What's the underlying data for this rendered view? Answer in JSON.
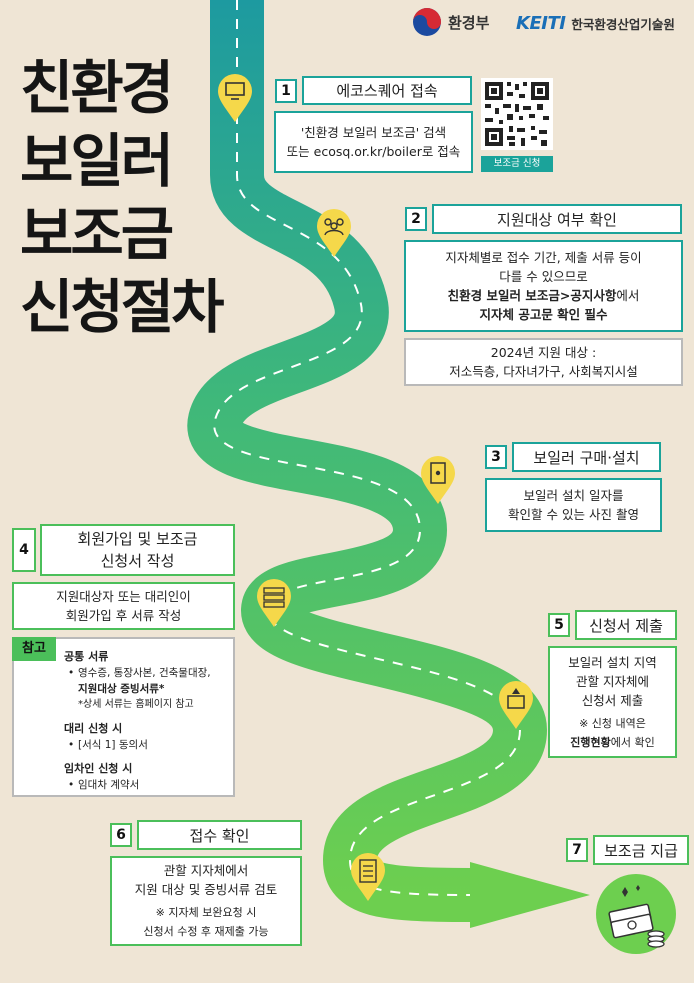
{
  "header": {
    "ministry": "환경부",
    "keiti_logo": "KEITI",
    "keiti_name": "한국환경산업기술원"
  },
  "title": [
    "친환경",
    "보일러",
    "보조금",
    "신청절차"
  ],
  "step1": {
    "num": "1",
    "title": "에코스퀘어 접속",
    "line1": "'친환경 보일러 보조금' 검색",
    "line2": "또는 ecosq.or.kr/boiler로 접속",
    "qr_label": "보조금 신청"
  },
  "step2": {
    "num": "2",
    "title": "지원대상 여부 확인",
    "line1": "지자체별로 접수 기간, 제출 서류 등이",
    "line2": "다를 수 있으므로",
    "line3_bold": "친환경 보일러 보조금>공지사항",
    "line3_rest": "에서",
    "line4_bold": "지자체 공고문 확인 필수",
    "target1": "2024년 지원 대상 :",
    "target2": "저소득층, 다자녀가구, 사회복지시설"
  },
  "step3": {
    "num": "3",
    "title": "보일러 구매·설치",
    "line1": "보일러 설치 일자를",
    "line2": "확인할 수 있는 사진 촬영"
  },
  "step4": {
    "num": "4",
    "title1": "회원가입 및 보조금",
    "title2": "신청서 작성",
    "line1": "지원대상자 또는 대리인이",
    "line2": "회원가입 후 서류 작성"
  },
  "note": {
    "label": "참고",
    "h1": "공통 서류",
    "i1a": "영수증, 통장사본, 건축물대장,",
    "i1b": "지원대상 증빙서류*",
    "i1c": "*상세 서류는 홈페이지 참고",
    "h2": "대리 신청 시",
    "i2": "[서식 1] 동의서",
    "h3": "임차인 신청 시",
    "i3": "임대차 계약서"
  },
  "step5": {
    "num": "5",
    "title": "신청서 제출",
    "line1": "보일러 설치 지역",
    "line2": "관할 지자체에",
    "line3": "신청서 제출",
    "line4": "※ 신청 내역은",
    "line5_bold": "진행현황",
    "line5_rest": "에서 확인"
  },
  "step6": {
    "num": "6",
    "title": "접수 확인",
    "line1": "관할 지자체에서",
    "line2": "지원 대상 및 증빙서류 검토",
    "line3": "※ 지자체 보완요청 시",
    "line4": "신청서 수정 후 재제출 가능"
  },
  "step7": {
    "num": "7",
    "title": "보조금 지급"
  },
  "colors": {
    "background": "#efe5d5",
    "teal": "#1ba39a",
    "green": "#4bbf5a",
    "pin": "#f5d84a"
  }
}
